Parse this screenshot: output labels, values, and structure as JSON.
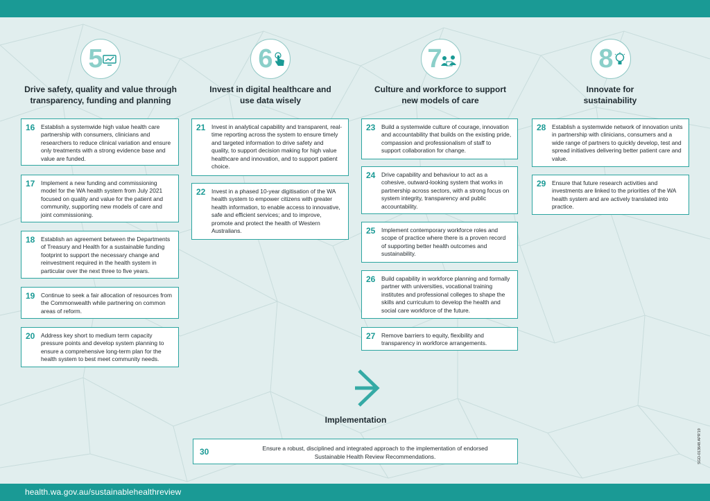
{
  "pillars": [
    {
      "number": "5",
      "icon": "monitor-chart-icon",
      "title": "Drive safety, quality and value through transparency, funding and planning"
    },
    {
      "number": "6",
      "icon": "touch-hand-icon",
      "title": "Invest in digital healthcare and use data wisely"
    },
    {
      "number": "7",
      "icon": "people-group-icon",
      "title": "Culture and workforce to support new models of care"
    },
    {
      "number": "8",
      "icon": "lightbulb-icon",
      "title": "Innovate for sustainability"
    }
  ],
  "recommendations": [
    {
      "number": "16",
      "text": "Establish a systemwide high value health care partnership with consumers, clinicians and researchers to reduce clinical variation and ensure only treatments with a strong evidence base and value are funded."
    },
    {
      "number": "17",
      "text": "Implement a new funding and commissioning model for the WA health system from July 2021 focused on quality and value for the patient and community, supporting new models of care and joint commissioning."
    },
    {
      "number": "18",
      "text": "Establish an agreement between the Departments of Treasury and Health for a sustainable funding footprint to support the necessary change and reinvestment required in the health system in particular over the next three to five years."
    },
    {
      "number": "19",
      "text": "Continue to seek a fair allocation of resources from the Commonwealth while partnering on common areas of reform."
    },
    {
      "number": "20",
      "text": "Address key short to medium term capacity pressure points and develop system planning to ensure a comprehensive long-term plan for the health system to best meet community needs."
    },
    {
      "number": "21",
      "text": "Invest in analytical capability and transparent, real-time reporting across the system to ensure timely and targeted information to drive safety and quality, to support decision making for high value healthcare and innovation, and to support patient choice."
    },
    {
      "number": "22",
      "text": "Invest in a phased 10-year digitisation of the WA health system to empower citizens with greater health information, to enable access to innovative, safe and efficient services; and to improve, promote and protect the health of Western Australians."
    },
    {
      "number": "23",
      "text": "Build a systemwide culture of courage, innovation and accountability that builds on the existing pride, compassion and professionalism of staff to support collaboration for change."
    },
    {
      "number": "24",
      "text": "Drive capability and behaviour to act as a cohesive, outward-looking system that works in partnership across sectors, with a strong focus on system integrity, transparency and public accountability."
    },
    {
      "number": "25",
      "text": "Implement contemporary workforce roles and scope of practice where there is a proven record of supporting better health outcomes and sustainability."
    },
    {
      "number": "26",
      "text": "Build capability in workforce planning and formally partner with universities, vocational training institutes and professional colleges to shape the skills and curriculum to develop the health and social care workforce of the future."
    },
    {
      "number": "27",
      "text": "Remove barriers to equity, flexibility and transparency in workforce arrangements."
    },
    {
      "number": "28",
      "text": "Establish a systemwide network of innovation units in partnership with clinicians, consumers and a wide range of partners to quickly develop, test and spread initiatives delivering better patient care and value."
    },
    {
      "number": "29",
      "text": "Ensure that future research activities and investments are linked to the priorities of the WA health system and are actively translated into practice."
    }
  ],
  "implementation": {
    "title": "Implementation",
    "number": "30",
    "text": "Ensure a robust, disciplined and integrated approach to the implementation of endorsed Sustainable Health Review Recommendations."
  },
  "footer": {
    "url": "health.wa.gov.au/sustainablehealthreview"
  },
  "side_code": "SGD-013648 APR'19",
  "colors": {
    "teal": "#1a9a95",
    "light_teal": "#8bcfc9",
    "background": "#e1eeee"
  }
}
